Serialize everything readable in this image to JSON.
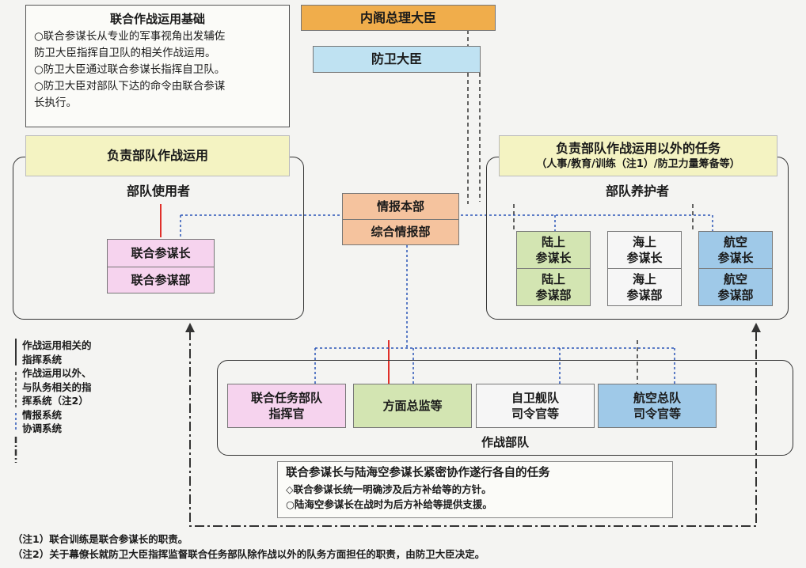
{
  "basis": {
    "title": "联合作战运用基础",
    "lines": [
      "○联合参谋长从专业的军事视角出发辅佐",
      "防卫大臣指挥自卫队的相关作战运用。",
      "○防卫大臣通过联合参谋长指挥自卫队。",
      "○防卫大臣对部队下达的命令由联合参谋",
      "长执行。"
    ]
  },
  "top": {
    "prime_minister": "内阁总理大臣",
    "defense_minister": "防卫大臣"
  },
  "left_group": {
    "banner": "负责部队作战运用",
    "subtitle": "部队使用者",
    "boxes": [
      "联合参谋长",
      "联合参谋部"
    ]
  },
  "center": {
    "boxes": [
      "情报本部",
      "综合情报部"
    ]
  },
  "right_group": {
    "banner_line1": "负责部队作战运用以外的任务",
    "banner_line2": "（人事/教育/训练（注1）/防卫力量筹备等）",
    "subtitle": "部队养护者",
    "columns": [
      {
        "top_1": "陆上",
        "top_2": "参谋长",
        "bottom_1": "陆上",
        "bottom_2": "参谋部"
      },
      {
        "top_1": "海上",
        "top_2": "参谋长",
        "bottom_1": "海上",
        "bottom_2": "参谋部"
      },
      {
        "top_1": "航空",
        "top_2": "参谋长",
        "bottom_1": "航空",
        "bottom_2": "参谋部"
      }
    ]
  },
  "legend": {
    "items": [
      "作战运用相关的指挥系统",
      "作战运用以外、与队务相关的指挥系统（注2）",
      "情报系统",
      "协调系统"
    ],
    "lines": [
      "作战运用相关的",
      "指挥系统",
      "作战运用以外、",
      "与队务相关的指",
      "挥系统（注2）",
      "情报系统",
      "协调系统"
    ]
  },
  "operational_units": {
    "label": "作战部队",
    "boxes": [
      {
        "line1": "联合任务部队",
        "line2": "指挥官"
      },
      {
        "line1": "方面总监等",
        "line2": ""
      },
      {
        "line1": "自卫舰队",
        "line2": "司令官等"
      },
      {
        "line1": "航空总队",
        "line2": "司令官等"
      }
    ]
  },
  "cooperation": {
    "title": "联合参谋长与陆海空参谋长紧密协作遂行各自的任务",
    "lines": [
      "◇联合参谋长统一明确涉及后方补给等的方针。",
      "○陆海空参谋长在战时为后方补给等提供支援。"
    ]
  },
  "notes": [
    "（注1）联合训练是联合参谋长的职责。",
    "（注2）关于幕僚长就防卫大臣指挥监督联合任务部队除作战以外的队务方面担任的职责，由防卫大臣决定。"
  ],
  "colors": {
    "command_line": "#e0302a",
    "intel_line": "#2a55b8",
    "dash_line": "#333333"
  }
}
